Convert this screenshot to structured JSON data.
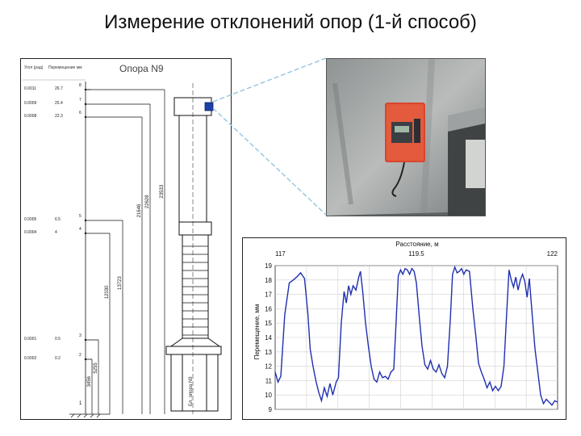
{
  "slide": {
    "title": "Измерение отклонений опор (1-й способ)"
  },
  "drawing": {
    "col_header_1": "Угол (рад)",
    "col_header_2": "Перемещение мм",
    "support_label": "Опора N9",
    "foot_label": "Бл. опора N9",
    "rows": [
      {
        "angle": "0.0011",
        "disp": "26.7",
        "mark": "8"
      },
      {
        "angle": "0.0009",
        "disp": "25.4",
        "mark": "7"
      },
      {
        "angle": "0.0008",
        "disp": "22.3",
        "mark": "6"
      },
      {
        "angle": "0.0005",
        "disp": "6.5",
        "mark": "5"
      },
      {
        "angle": "0.0004",
        "disp": "4",
        "mark": "4"
      },
      {
        "angle": "0.0001",
        "disp": "0.5",
        "mark": "3"
      },
      {
        "angle": "0.0002",
        "disp": "0.2",
        "mark": "2"
      }
    ],
    "base_mark": "1",
    "dimensions": [
      "3456",
      "5255",
      "12030",
      "13723",
      "21646",
      "22628",
      "23533"
    ]
  },
  "chart_data": {
    "type": "line",
    "title": "Расстояние, м",
    "xlabel": "Расстояние, м",
    "ylabel": "Перемещение, мм",
    "xlim": [
      117,
      122
    ],
    "ylim": [
      9,
      19
    ],
    "x_tick_labels": [
      "117",
      "119.5",
      "122"
    ],
    "y_ticks": [
      9,
      10,
      11,
      12,
      13,
      14,
      15,
      16,
      17,
      18,
      19
    ],
    "grid": true,
    "line_color": "#1f2fb0",
    "series": [
      {
        "values": [
          [
            117.0,
            11.6
          ],
          [
            117.05,
            10.9
          ],
          [
            117.1,
            11.3
          ],
          [
            117.17,
            15.6
          ],
          [
            117.25,
            17.8
          ],
          [
            117.32,
            18.0
          ],
          [
            117.38,
            18.2
          ],
          [
            117.45,
            18.5
          ],
          [
            117.52,
            18.1
          ],
          [
            117.58,
            15.6
          ],
          [
            117.62,
            13.2
          ],
          [
            117.67,
            12.0
          ],
          [
            117.72,
            11.0
          ],
          [
            117.77,
            10.2
          ],
          [
            117.82,
            9.6
          ],
          [
            117.87,
            10.5
          ],
          [
            117.92,
            9.9
          ],
          [
            117.97,
            10.8
          ],
          [
            118.02,
            10.0
          ],
          [
            118.08,
            10.9
          ],
          [
            118.12,
            11.2
          ],
          [
            118.17,
            15.0
          ],
          [
            118.22,
            17.2
          ],
          [
            118.26,
            16.4
          ],
          [
            118.3,
            17.6
          ],
          [
            118.34,
            17.0
          ],
          [
            118.38,
            17.6
          ],
          [
            118.43,
            17.3
          ],
          [
            118.48,
            18.2
          ],
          [
            118.51,
            18.6
          ],
          [
            118.55,
            17.2
          ],
          [
            118.6,
            15.0
          ],
          [
            118.65,
            13.4
          ],
          [
            118.7,
            12.0
          ],
          [
            118.75,
            11.1
          ],
          [
            118.8,
            10.9
          ],
          [
            118.85,
            11.6
          ],
          [
            118.9,
            11.2
          ],
          [
            118.95,
            11.3
          ],
          [
            119.0,
            11.1
          ],
          [
            119.05,
            11.6
          ],
          [
            119.1,
            11.8
          ],
          [
            119.14,
            15.0
          ],
          [
            119.18,
            18.3
          ],
          [
            119.22,
            18.7
          ],
          [
            119.26,
            18.4
          ],
          [
            119.3,
            18.8
          ],
          [
            119.34,
            18.7
          ],
          [
            119.38,
            18.4
          ],
          [
            119.42,
            18.8
          ],
          [
            119.46,
            18.6
          ],
          [
            119.5,
            17.8
          ],
          [
            119.55,
            15.5
          ],
          [
            119.6,
            13.4
          ],
          [
            119.65,
            12.1
          ],
          [
            119.7,
            11.8
          ],
          [
            119.75,
            12.4
          ],
          [
            119.8,
            11.8
          ],
          [
            119.85,
            11.6
          ],
          [
            119.9,
            12.1
          ],
          [
            119.95,
            11.5
          ],
          [
            120.0,
            11.2
          ],
          [
            120.05,
            12.0
          ],
          [
            120.1,
            15.2
          ],
          [
            120.14,
            18.4
          ],
          [
            120.18,
            18.9
          ],
          [
            120.22,
            18.5
          ],
          [
            120.26,
            18.6
          ],
          [
            120.3,
            18.8
          ],
          [
            120.34,
            18.4
          ],
          [
            120.38,
            18.7
          ],
          [
            120.44,
            18.6
          ],
          [
            120.5,
            16.0
          ],
          [
            120.55,
            14.2
          ],
          [
            120.6,
            12.2
          ],
          [
            120.65,
            11.6
          ],
          [
            120.7,
            11.1
          ],
          [
            120.75,
            10.5
          ],
          [
            120.8,
            10.9
          ],
          [
            120.85,
            10.3
          ],
          [
            120.9,
            10.6
          ],
          [
            120.95,
            10.3
          ],
          [
            121.0,
            10.6
          ],
          [
            121.05,
            12.0
          ],
          [
            121.1,
            15.8
          ],
          [
            121.14,
            18.7
          ],
          [
            121.18,
            18.0
          ],
          [
            121.22,
            17.5
          ],
          [
            121.26,
            18.2
          ],
          [
            121.3,
            17.3
          ],
          [
            121.34,
            18.0
          ],
          [
            121.38,
            18.4
          ],
          [
            121.42,
            17.9
          ],
          [
            121.46,
            16.8
          ],
          [
            121.5,
            18.1
          ],
          [
            121.55,
            15.6
          ],
          [
            121.6,
            13.2
          ],
          [
            121.65,
            11.6
          ],
          [
            121.7,
            10.0
          ],
          [
            121.75,
            9.4
          ],
          [
            121.8,
            9.7
          ],
          [
            121.85,
            9.5
          ],
          [
            121.9,
            9.3
          ],
          [
            121.95,
            9.6
          ],
          [
            122.0,
            9.5
          ]
        ]
      }
    ]
  }
}
